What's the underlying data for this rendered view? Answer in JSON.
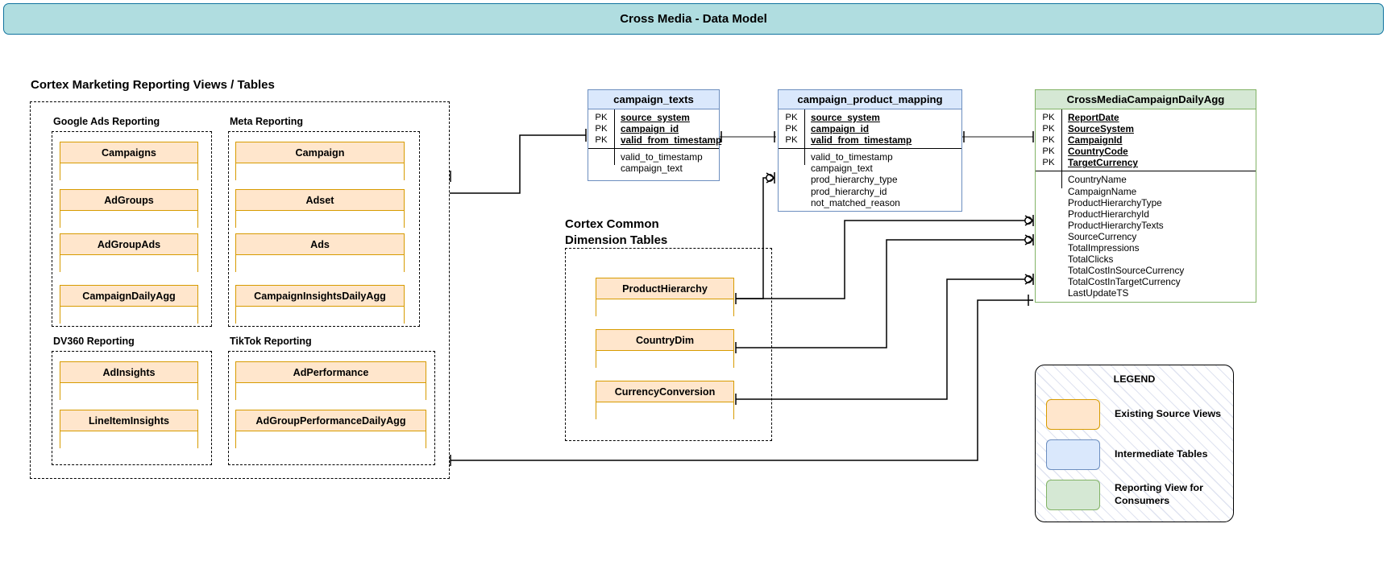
{
  "title": "Cross Media - Data Model",
  "sections": {
    "reporting_heading": "Cortex Marketing Reporting Views / Tables",
    "dimension_heading": "Cortex Common\nDimension Tables"
  },
  "groups": [
    {
      "label": "Google Ads Reporting",
      "tables": [
        "Campaigns",
        "AdGroups",
        "AdGroupAds",
        "CampaignDailyAgg"
      ]
    },
    {
      "label": "Meta Reporting",
      "tables": [
        "Campaign",
        "Adset",
        "Ads",
        "CampaignInsightsDailyAgg"
      ]
    },
    {
      "label": "DV360 Reporting",
      "tables": [
        "AdInsights",
        "LineItemInsights"
      ]
    },
    {
      "label": "TikTok Reporting",
      "tables": [
        "AdPerformance",
        "AdGroupPerformanceDailyAgg"
      ]
    }
  ],
  "dimension_tables": [
    "ProductHierarchy",
    "CountryDim",
    "CurrencyConversion"
  ],
  "er_tables": {
    "campaign_texts": {
      "name": "campaign_texts",
      "kind": "intermediate",
      "keys": [
        {
          "tag": "PK",
          "field": "source_system"
        },
        {
          "tag": "PK",
          "field": "campaign_id"
        },
        {
          "tag": "PK",
          "field": "valid_from_timestamp"
        }
      ],
      "fields": [
        "valid_to_timestamp",
        "campaign_text"
      ]
    },
    "campaign_product_mapping": {
      "name": "campaign_product_mapping",
      "kind": "intermediate",
      "keys": [
        {
          "tag": "PK",
          "field": "source_system"
        },
        {
          "tag": "PK",
          "field": "campaign_id"
        },
        {
          "tag": "PK",
          "field": "valid_from_timestamp"
        }
      ],
      "fields": [
        "valid_to_timestamp",
        "campaign_text",
        "prod_hierarchy_type",
        "prod_hierarchy_id",
        "not_matched_reason"
      ]
    },
    "cross_media_campaign_daily_agg": {
      "name": "CrossMediaCampaignDailyAgg",
      "kind": "reporting",
      "keys": [
        {
          "tag": "PK",
          "field": "ReportDate"
        },
        {
          "tag": "PK",
          "field": "SourceSystem"
        },
        {
          "tag": "PK",
          "field": "CampaignId"
        },
        {
          "tag": "PK",
          "field": "CountryCode"
        },
        {
          "tag": "PK",
          "field": "TargetCurrency"
        }
      ],
      "fields": [
        "CountryName",
        "CampaignName",
        "ProductHierarchyType",
        "ProductHierarchyId",
        "ProductHierarchyTexts",
        "SourceCurrency",
        "TotalImpressions",
        "TotalClicks",
        "TotalCostInSourceCurrency",
        "TotalCostInTargetCurrency",
        "LastUpdateTS"
      ]
    }
  },
  "legend": {
    "title": "LEGEND",
    "items": [
      {
        "label": "Existing Source Views",
        "color": "#FFE6CC",
        "border": "#D79B00"
      },
      {
        "label": "Intermediate Tables",
        "color": "#DAE8FC",
        "border": "#6C8EBF"
      },
      {
        "label": "Reporting View for\nConsumers",
        "color": "#D5E8D4",
        "border": "#82B366"
      }
    ]
  },
  "colors": {
    "banner_fill": "#B0DDE0",
    "banner_stroke": "#10739E",
    "source_fill": "#FFE6CC",
    "source_stroke": "#D79B00",
    "intermediate_fill": "#DAE8FC",
    "intermediate_stroke": "#6C8EBF",
    "reporting_fill": "#D5E8D4",
    "reporting_stroke": "#82B366"
  }
}
